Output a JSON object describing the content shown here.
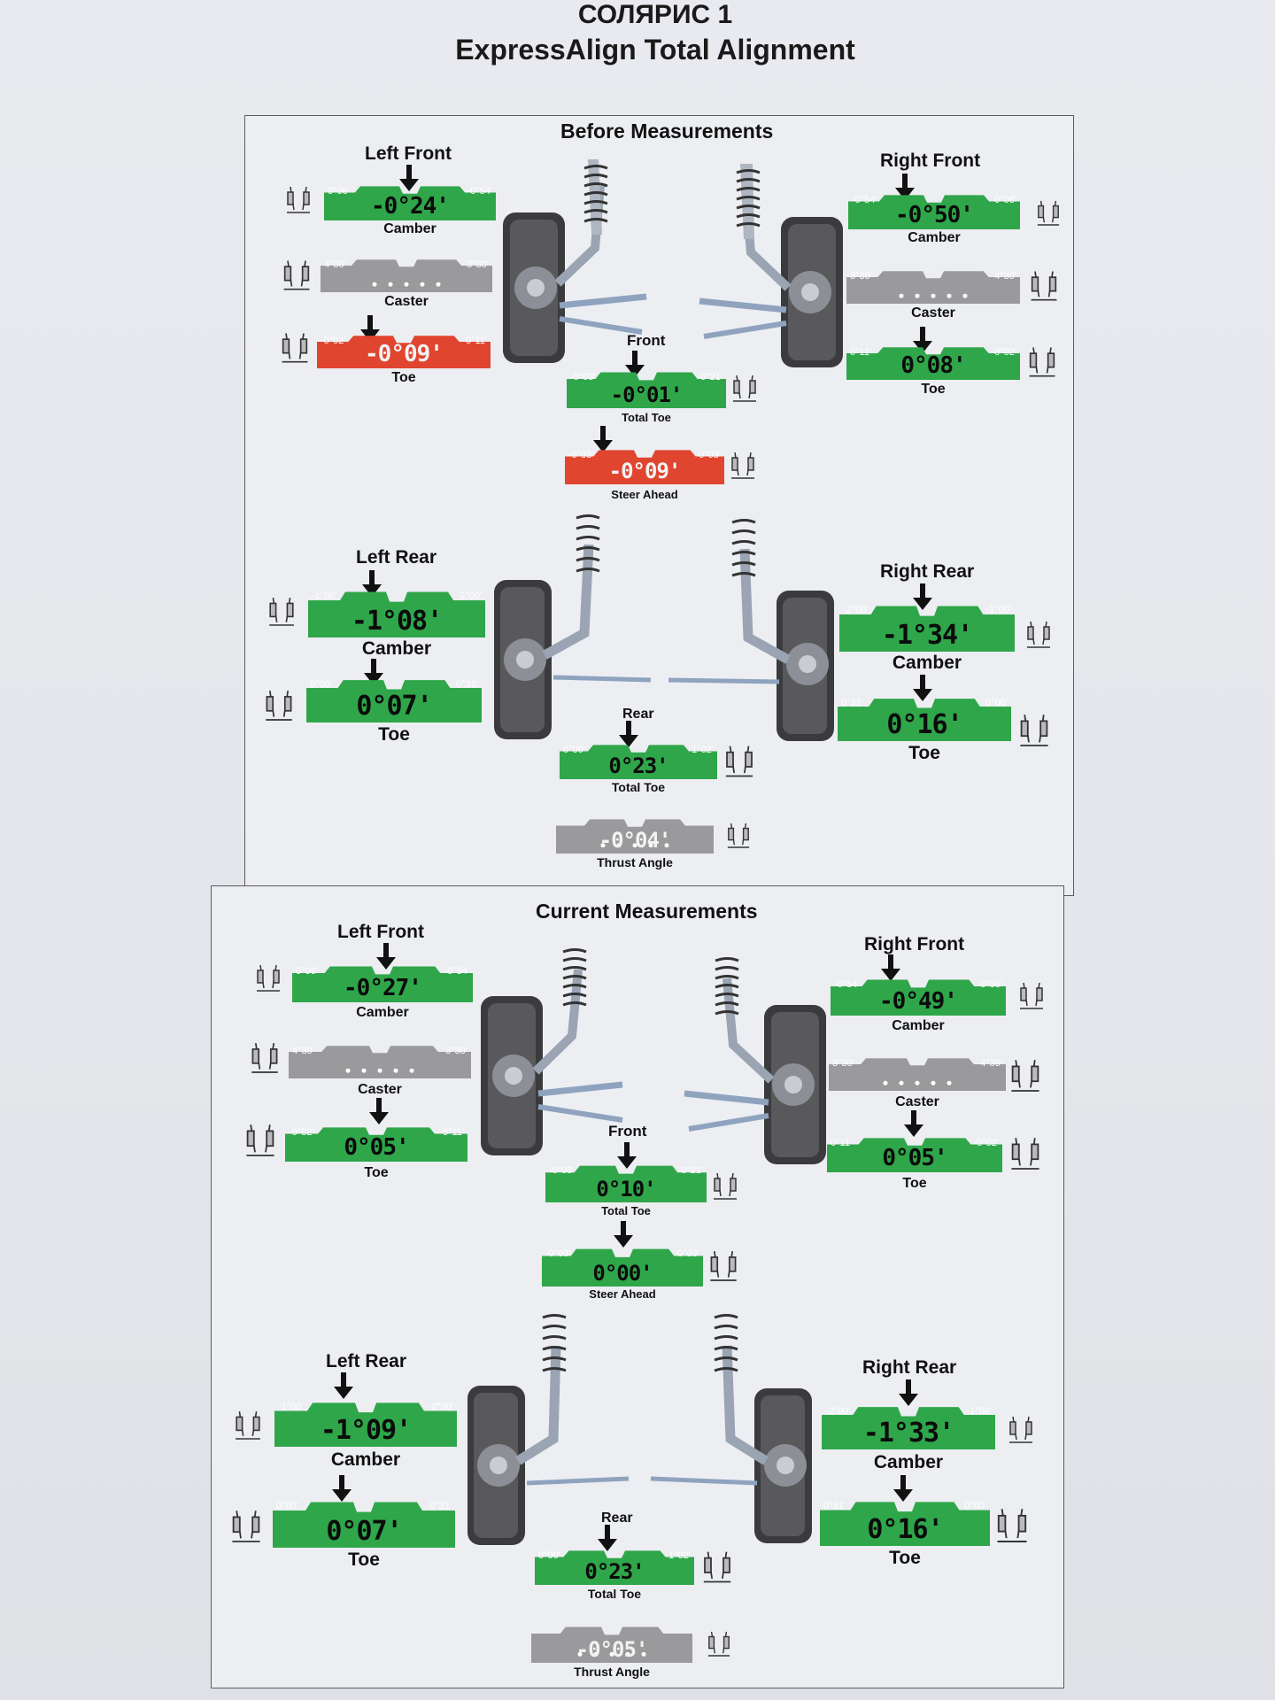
{
  "document": {
    "title_line1": "СОЛЯРИС 1",
    "title_line2": "ExpressAlign Total Alignment"
  },
  "colors": {
    "green": "#2fa64a",
    "red": "#e0452f",
    "gray": "#9a9a9c"
  },
  "before": {
    "title": "Before Measurements",
    "left_front": {
      "label": "Left Front",
      "camber": {
        "min": "0°06'",
        "max": "-0°54'",
        "value": "-0°24'",
        "label": "Camber",
        "color": "green"
      },
      "caster": {
        "min": "4°30'",
        "max": "3°30'",
        "value": "",
        "label": "Caster",
        "color": "gray"
      },
      "toe": {
        "min": "-0°02'",
        "max": "0°11'",
        "value": "-0°09'",
        "label": "Toe",
        "color": "red"
      }
    },
    "right_front": {
      "label": "Right Front",
      "camber": {
        "min": "-0°54'",
        "max": "0°06'",
        "value": "-0°50'",
        "label": "Camber",
        "color": "green"
      },
      "caster": {
        "min": "3°30'",
        "max": "4°30'",
        "value": "",
        "label": "Caster",
        "color": "gray"
      },
      "toe": {
        "min": "0°11'",
        "max": "-0°02'",
        "value": "0°08'",
        "label": "Toe",
        "color": "green"
      }
    },
    "front": {
      "label": "Front",
      "total_toe": {
        "min": "-0°03'",
        "max": "0°21'",
        "value": "-0°01'",
        "label": "Total Toe",
        "color": "green"
      },
      "steer_ahead": {
        "min": "-0°03'",
        "max": "0°03'",
        "value": "-0°09'",
        "label": "Steer Ahead",
        "color": "red"
      }
    },
    "left_rear": {
      "label": "Left Rear",
      "camber": {
        "min": "-1°00'",
        "max": "-2°00'",
        "value": "-1°08'",
        "label": "Camber",
        "color": "green"
      },
      "toe": {
        "min": "0°00'",
        "max": "0°31'",
        "value": "0°07'",
        "label": "Toe",
        "color": "green"
      }
    },
    "right_rear": {
      "label": "Right Rear",
      "camber": {
        "min": "-2°00'",
        "max": "-1°00'",
        "value": "-1°34'",
        "label": "Camber",
        "color": "green"
      },
      "toe": {
        "min": "0°31'",
        "max": "0°00'",
        "value": "0°16'",
        "label": "Toe",
        "color": "green"
      }
    },
    "rear": {
      "label": "Rear",
      "total_toe": {
        "min": "0°00'",
        "max": "1°02'",
        "value": "0°23'",
        "label": "Total Toe",
        "color": "green"
      },
      "thrust_angle": {
        "min": "",
        "max": "",
        "value": "-0°04'",
        "label": "Thrust Angle",
        "color": "gray"
      }
    }
  },
  "current": {
    "title": "Current Measurements",
    "left_front": {
      "label": "Left Front",
      "camber": {
        "min": "0°06'",
        "max": "-0°54'",
        "value": "-0°27'",
        "label": "Camber",
        "color": "green"
      },
      "caster": {
        "min": "4°30'",
        "max": "3°30'",
        "value": "",
        "label": "Caster",
        "color": "gray"
      },
      "toe": {
        "min": "-0°02'",
        "max": "0°11'",
        "value": "0°05'",
        "label": "Toe",
        "color": "green"
      }
    },
    "right_front": {
      "label": "Right Front",
      "camber": {
        "min": "-0°54'",
        "max": "0°06'",
        "value": "-0°49'",
        "label": "Camber",
        "color": "green"
      },
      "caster": {
        "min": "3°30'",
        "max": "4°30'",
        "value": "",
        "label": "Caster",
        "color": "gray"
      },
      "toe": {
        "min": "0°11'",
        "max": "-0°02'",
        "value": "0°05'",
        "label": "Toe",
        "color": "green"
      }
    },
    "front": {
      "label": "Front",
      "total_toe": {
        "min": "-0°03'",
        "max": "0°21'",
        "value": "0°10'",
        "label": "Total Toe",
        "color": "green"
      },
      "steer_ahead": {
        "min": "-0°03'",
        "max": "0°03'",
        "value": "0°00'",
        "label": "Steer Ahead",
        "color": "green"
      }
    },
    "left_rear": {
      "label": "Left Rear",
      "camber": {
        "min": "-1°00'",
        "max": "-2°00'",
        "value": "-1°09'",
        "label": "Camber",
        "color": "green"
      },
      "toe": {
        "min": "0°00'",
        "max": "0°31'",
        "value": "0°07'",
        "label": "Toe",
        "color": "green"
      }
    },
    "right_rear": {
      "label": "Right Rear",
      "camber": {
        "min": "-2°00'",
        "max": "-1°00'",
        "value": "-1°33'",
        "label": "Camber",
        "color": "green"
      },
      "toe": {
        "min": "0°31'",
        "max": "0°00'",
        "value": "0°16'",
        "label": "Toe",
        "color": "green"
      }
    },
    "rear": {
      "label": "Rear",
      "total_toe": {
        "min": "0°00'",
        "max": "1°02'",
        "value": "0°23'",
        "label": "Total Toe",
        "color": "green"
      },
      "thrust_angle": {
        "min": "",
        "max": "",
        "value": "-0°05'",
        "label": "Thrust Angle",
        "color": "gray"
      }
    }
  }
}
